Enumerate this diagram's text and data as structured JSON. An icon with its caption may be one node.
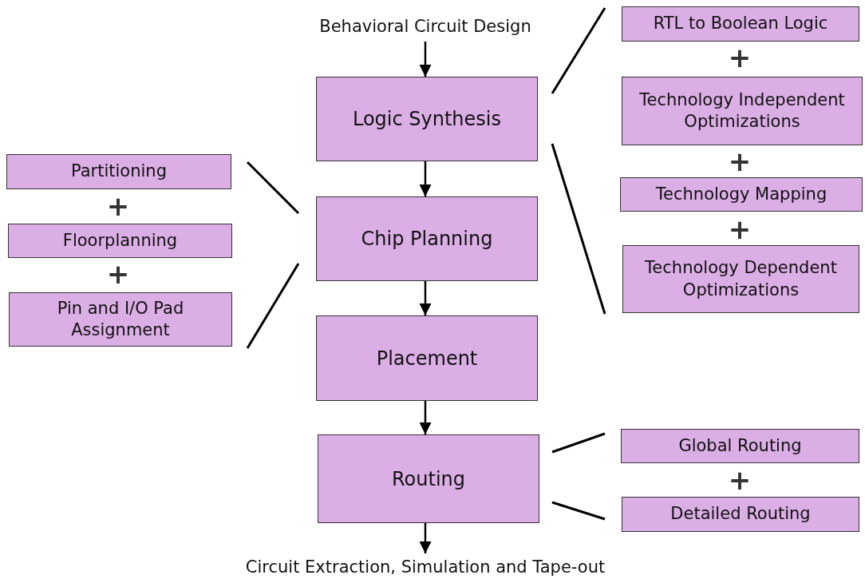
{
  "diagram": {
    "nodes": [
      {
        "text": [
          "Behavioral Circuit Design"
        ]
      },
      {
        "text": [
          "Logic Synthesis"
        ]
      },
      {
        "text": [
          "Chip Planning"
        ]
      },
      {
        "text": [
          "Placement"
        ]
      },
      {
        "text": [
          "Routing"
        ]
      },
      {
        "text": [
          "Circuit Extraction, Simulation and Tape-out"
        ]
      },
      {
        "text": [
          "Partitioning"
        ]
      },
      {
        "text": [
          "Floorplanning"
        ]
      },
      {
        "text": [
          "Pin and I/O Pad Assignment"
        ]
      },
      {
        "text": [
          "RTL to Boolean Logic"
        ]
      },
      {
        "text": [
          "Technology Independent Optimizations"
        ]
      },
      {
        "text": [
          "Technology Mapping"
        ]
      },
      {
        "text": [
          "Technology Dependent Optimizations"
        ]
      },
      {
        "text": [
          "Global Routing"
        ]
      },
      {
        "text": [
          "Detailed Routing"
        ]
      }
    ],
    "edges": [
      {
        "from": 0,
        "to": 1,
        "arrow": "to"
      },
      {
        "from": 1,
        "to": 2,
        "arrow": "to"
      },
      {
        "from": 2,
        "to": 3,
        "arrow": "to"
      },
      {
        "from": 3,
        "to": 4,
        "arrow": "to"
      },
      {
        "from": 4,
        "to": 5,
        "arrow": "to"
      }
    ],
    "labels": [
      "+",
      "+",
      "+",
      "+",
      "+",
      "+"
    ]
  }
}
